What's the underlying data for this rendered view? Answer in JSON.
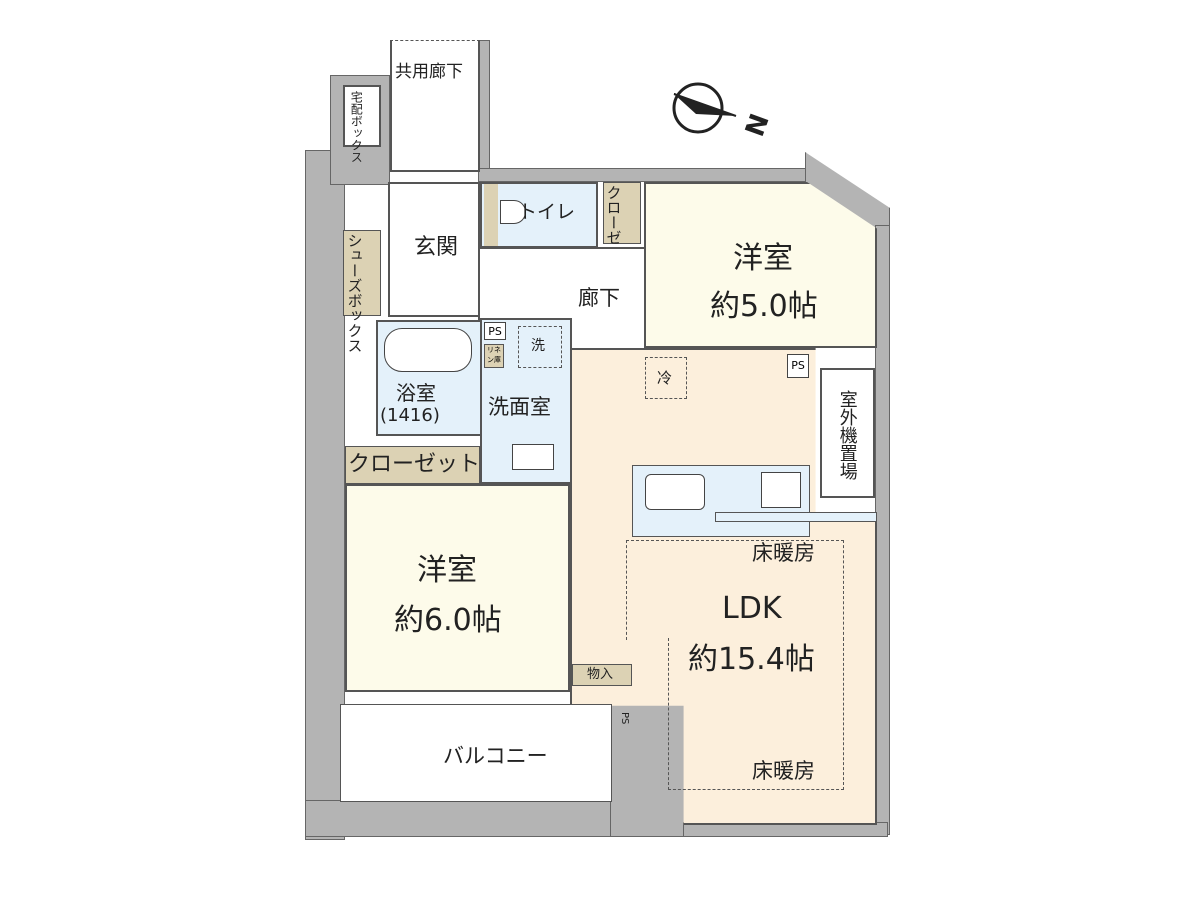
{
  "title": "Floor plan",
  "compass": {
    "label": "N"
  },
  "rooms": {
    "common_corridor": "共用廊下",
    "delivery_box": "宅配ボックス",
    "entrance": "玄関",
    "shoe_box": "シューズボックス",
    "toilet": "トイレ",
    "closet_small": "クローゼット",
    "hallway": "廊下",
    "western1_name": "洋室",
    "western1_size": "約5.0帖",
    "ps1": "PS",
    "ps2": "PS",
    "ps3": "PS",
    "linen": "リネン庫",
    "washer": "洗",
    "fridge": "冷",
    "outdoor_unit": "室外機置場",
    "bath_name": "浴室",
    "bath_size": "(1416)",
    "washroom": "洗面室",
    "closet": "クローゼット",
    "western2_name": "洋室",
    "western2_size": "約6.0帖",
    "ldk_name": "LDK",
    "ldk_size": "約15.4帖",
    "floor_heating1": "床暖房",
    "floor_heating2": "床暖房",
    "storage": "物入",
    "balcony": "バルコニー"
  },
  "colors": {
    "wall": "#b4b4b4",
    "bedroom": "#fdfbea",
    "ldk": "#fcefdc",
    "wet": "#e4f1fa",
    "storage": "#dcd2b4"
  }
}
